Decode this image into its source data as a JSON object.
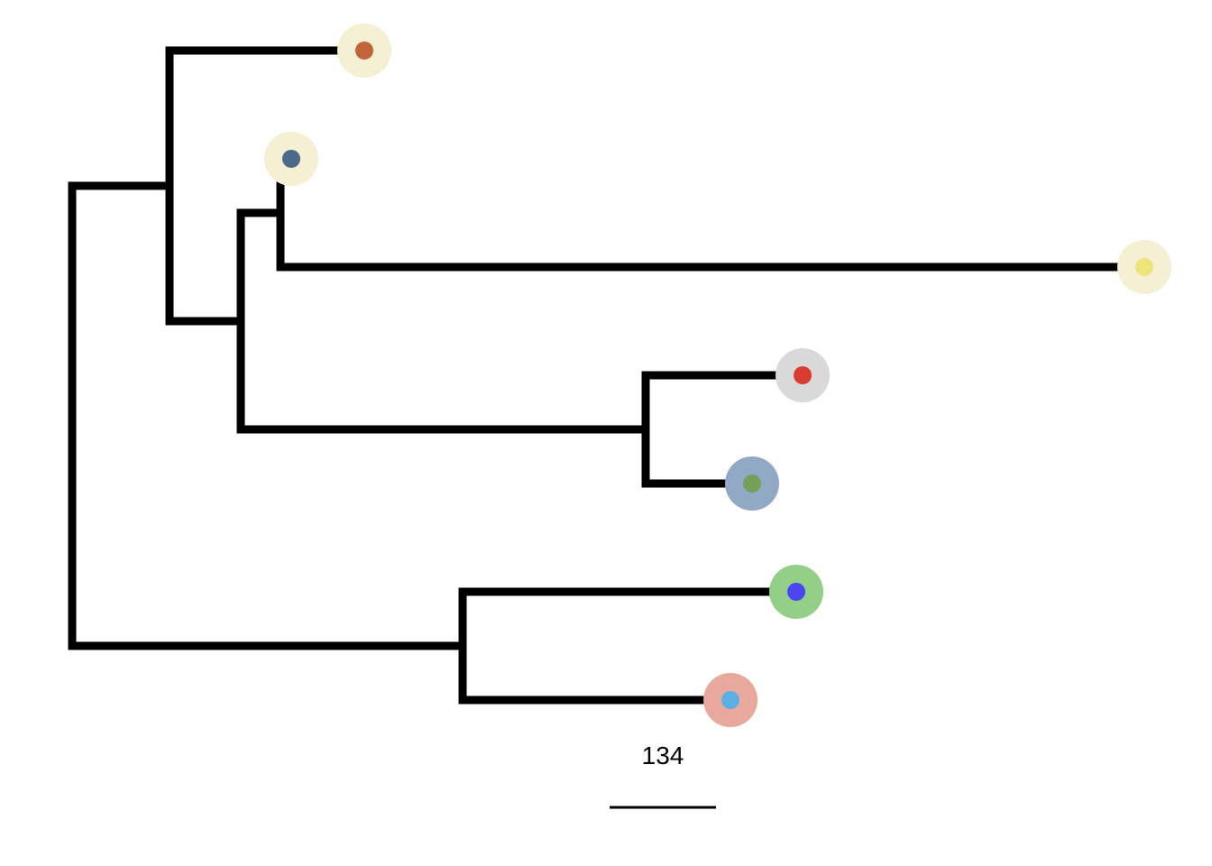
{
  "tree": {
    "scale_bar": {
      "label": "134"
    },
    "leaves": [
      {
        "id": "leaf-1",
        "outer_color": "#f5efd3",
        "inner_color": "#c0653a"
      },
      {
        "id": "leaf-2",
        "outer_color": "#f5efd3",
        "inner_color": "#4a6a88"
      },
      {
        "id": "leaf-3",
        "outer_color": "#f5efd3",
        "inner_color": "#ece57a"
      },
      {
        "id": "leaf-4",
        "outer_color": "#d9d9d9",
        "inner_color": "#d93c2e"
      },
      {
        "id": "leaf-5",
        "outer_color": "#91a9c4",
        "inner_color": "#74a05c"
      },
      {
        "id": "leaf-6",
        "outer_color": "#94cf88",
        "inner_color": "#4c45f2"
      },
      {
        "id": "leaf-7",
        "outer_color": "#e8a89b",
        "inner_color": "#5ab0e2"
      }
    ]
  }
}
